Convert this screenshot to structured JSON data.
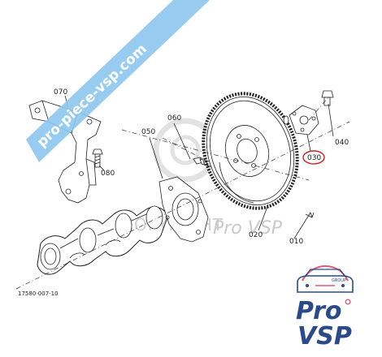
{
  "watermark": {
    "band_text": "pro-piece-vsp.com",
    "center_text": "Pro VSP",
    "copyright_text": "COPYRIGHT"
  },
  "parts": {
    "p010": "010",
    "p020": "020",
    "p030": "030",
    "p040": "040",
    "p050": "050",
    "p060": "060",
    "p070": "070",
    "p080": "080"
  },
  "drawing_number": "17580-007-10",
  "logo": {
    "group": "GROUP",
    "pro": "Pro",
    "vsp": "VSP"
  },
  "colors": {
    "band": "#8cc7ee",
    "logo_blue": "#2a4a8a",
    "logo_pink": "#e05a7a",
    "highlight_red": "#d02020"
  }
}
